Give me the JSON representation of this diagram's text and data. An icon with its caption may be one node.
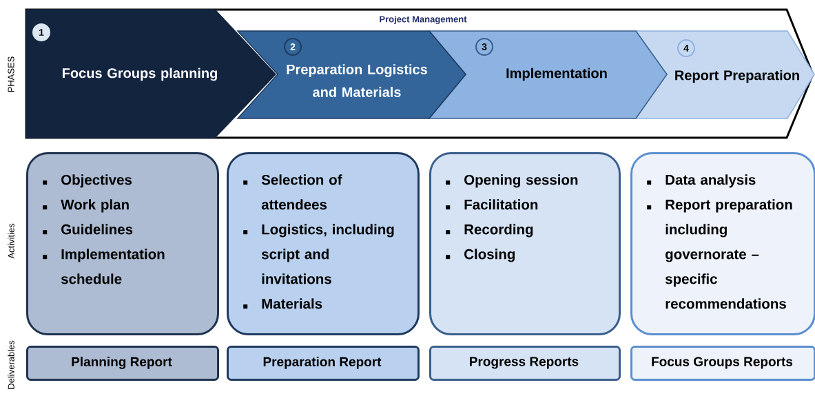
{
  "diagram": {
    "nodes": [
      {
        "text": [
          "Project Management"
        ]
      },
      {
        "text": [
          "1",
          "Focus Groups planning"
        ],
        "in": 0
      },
      {
        "text": [
          "2",
          "Preparation Logistics and Materials"
        ],
        "in": 0
      },
      {
        "text": [
          "3",
          "Implementation"
        ],
        "in": 0
      },
      {
        "text": [
          "4",
          "Report Preparation"
        ],
        "in": 0
      },
      {
        "text": [
          "Objectives",
          "Work plan",
          "Guidelines",
          "Implementation schedule"
        ]
      },
      {
        "text": [
          "Selection of attendees",
          "Logistics, including script and invitations",
          "Materials"
        ]
      },
      {
        "text": [
          "Opening session",
          "Facilitation",
          "Recording",
          "Closing"
        ]
      },
      {
        "text": [
          "Data analysis",
          "Report preparation including governorate – specific recommendations"
        ]
      },
      {
        "text": [
          "Planning Report"
        ]
      },
      {
        "text": [
          "Preparation Report"
        ]
      },
      {
        "text": [
          "Progress Reports"
        ]
      },
      {
        "text": [
          "Focus Groups Reports"
        ]
      }
    ],
    "labels": [
      "PHASES",
      "Activities",
      "Deliverables"
    ]
  }
}
